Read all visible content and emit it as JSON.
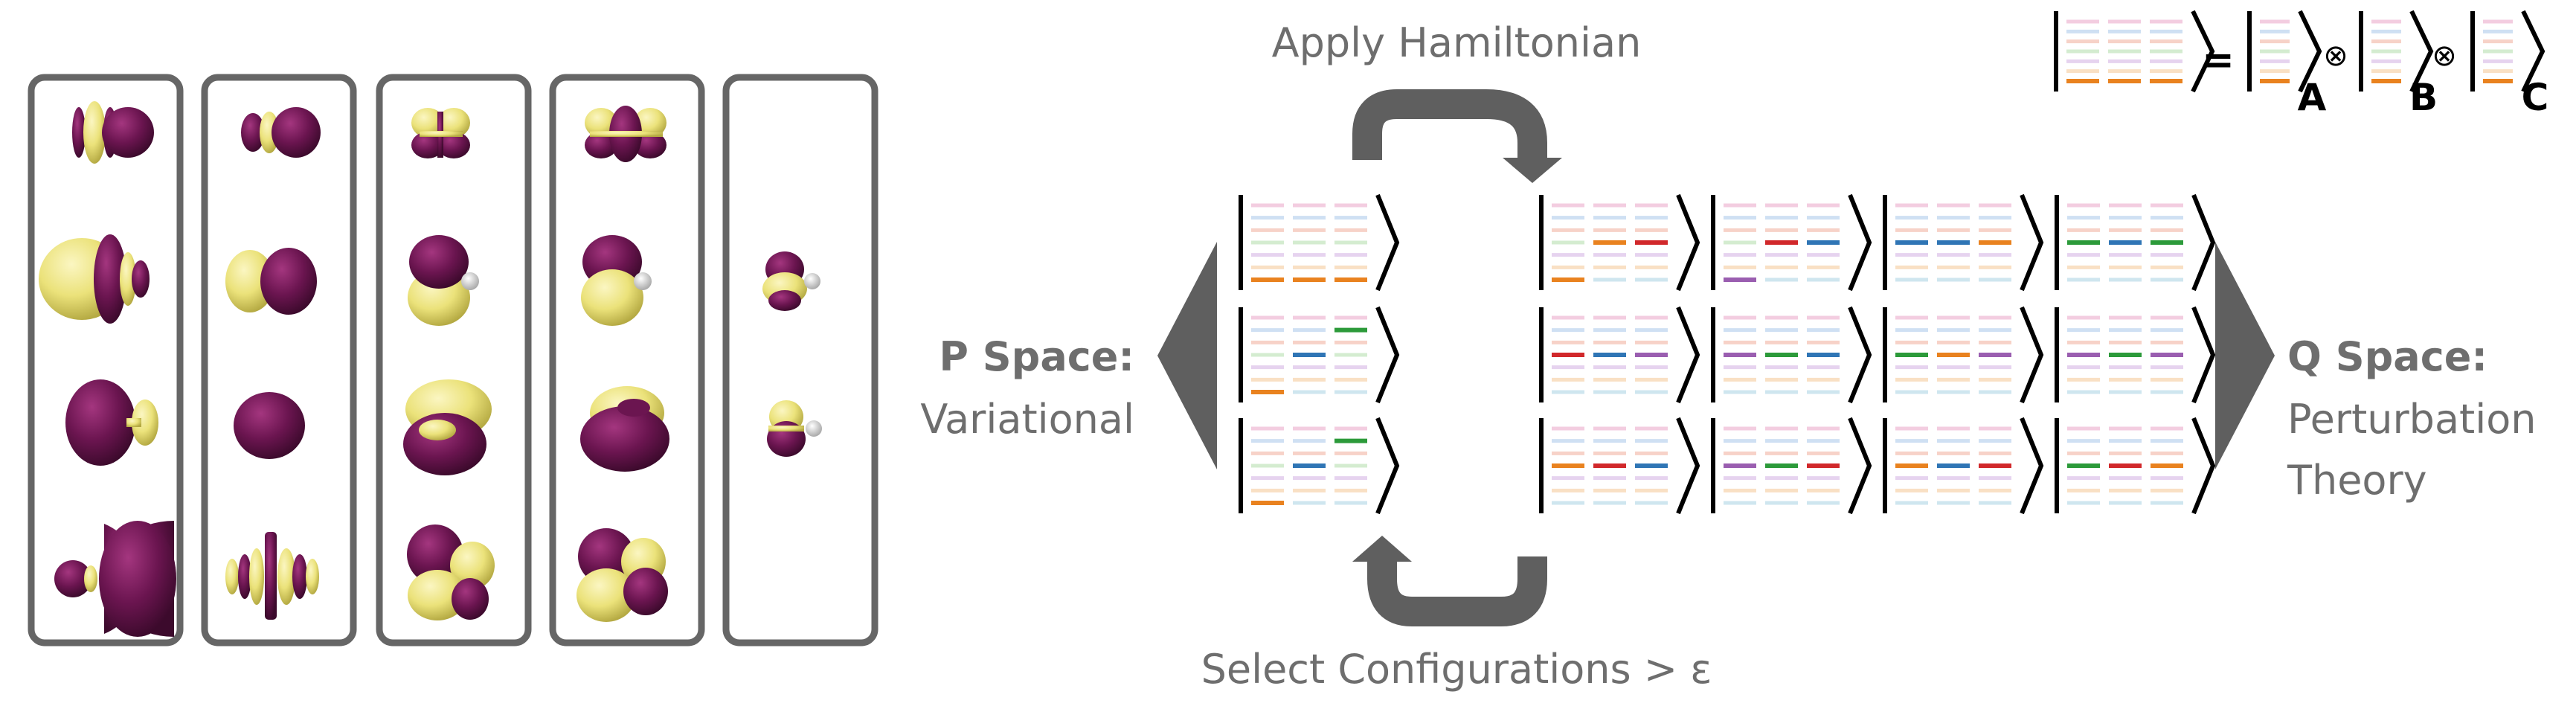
{
  "labels": {
    "apply": "Apply Hamiltonian",
    "select": "Select Configurations > ε",
    "p_space_title": "P Space:",
    "p_space_sub": "Variational",
    "q_space_title": "Q Space:",
    "q_space_sub1": "Perturbation",
    "q_space_sub2": "Theory",
    "equals": "=",
    "tensor": "⊗",
    "sub_a": "A",
    "sub_b": "B",
    "sub_c": "C"
  },
  "colors": {
    "frame": "#666666",
    "arrow": "#5f5f5f",
    "purple": "#6b1550",
    "yellow": "#ebe27a",
    "orange": "#e9821f",
    "red": "#d1282b",
    "blue": "#2f75b5",
    "green": "#2c9a3a",
    "violet": "#9a5eb0"
  },
  "orbital_columns": 5,
  "p_space_kets": [
    [
      [
        "orange",
        "",
        ""
      ],
      [
        "orange",
        "",
        ""
      ],
      [
        "orange",
        "",
        ""
      ]
    ],
    [
      [
        "orange",
        "",
        ""
      ],
      [
        "",
        "blue",
        ""
      ],
      [
        "",
        "",
        "green"
      ]
    ],
    [
      [
        "orange",
        "",
        ""
      ],
      [
        "",
        "blue",
        ""
      ],
      [
        "",
        "",
        "green"
      ]
    ]
  ],
  "q_space_kets": [
    [
      [
        "orange",
        "",
        ""
      ],
      [
        "",
        "orange",
        ""
      ],
      [
        "",
        "red",
        ""
      ]
    ],
    [
      [
        "",
        "red",
        ""
      ],
      [
        "",
        "blue",
        ""
      ],
      [
        "",
        "violet",
        ""
      ]
    ],
    [
      [
        "",
        "orange",
        ""
      ],
      [
        "",
        "red",
        ""
      ],
      [
        "",
        "blue",
        ""
      ]
    ],
    [
      [
        "violet",
        "",
        ""
      ],
      [
        "",
        "red",
        ""
      ],
      [
        "",
        "blue",
        ""
      ]
    ],
    [
      [
        "",
        "violet",
        ""
      ],
      [
        "",
        "green",
        ""
      ],
      [
        "",
        "blue",
        ""
      ]
    ],
    [
      [
        "",
        "violet",
        ""
      ],
      [
        "",
        "green",
        ""
      ],
      [
        "",
        "red",
        ""
      ]
    ],
    [
      [
        "",
        "blue",
        ""
      ],
      [
        "",
        "blue",
        ""
      ],
      [
        "",
        "orange",
        ""
      ]
    ],
    [
      [
        "",
        "green",
        ""
      ],
      [
        "",
        "orange",
        ""
      ],
      [
        "",
        "violet",
        ""
      ]
    ],
    [
      [
        "",
        "orange",
        ""
      ],
      [
        "",
        "blue",
        ""
      ],
      [
        "",
        "red",
        ""
      ]
    ],
    [
      [
        "",
        "green",
        ""
      ],
      [
        "",
        "blue",
        ""
      ],
      [
        "",
        "green",
        ""
      ]
    ],
    [
      [
        "",
        "violet",
        ""
      ],
      [
        "",
        "green",
        ""
      ],
      [
        "",
        "violet",
        ""
      ]
    ],
    [
      [
        "",
        "green",
        ""
      ],
      [
        "",
        "red",
        ""
      ],
      [
        "",
        "orange",
        ""
      ]
    ]
  ]
}
